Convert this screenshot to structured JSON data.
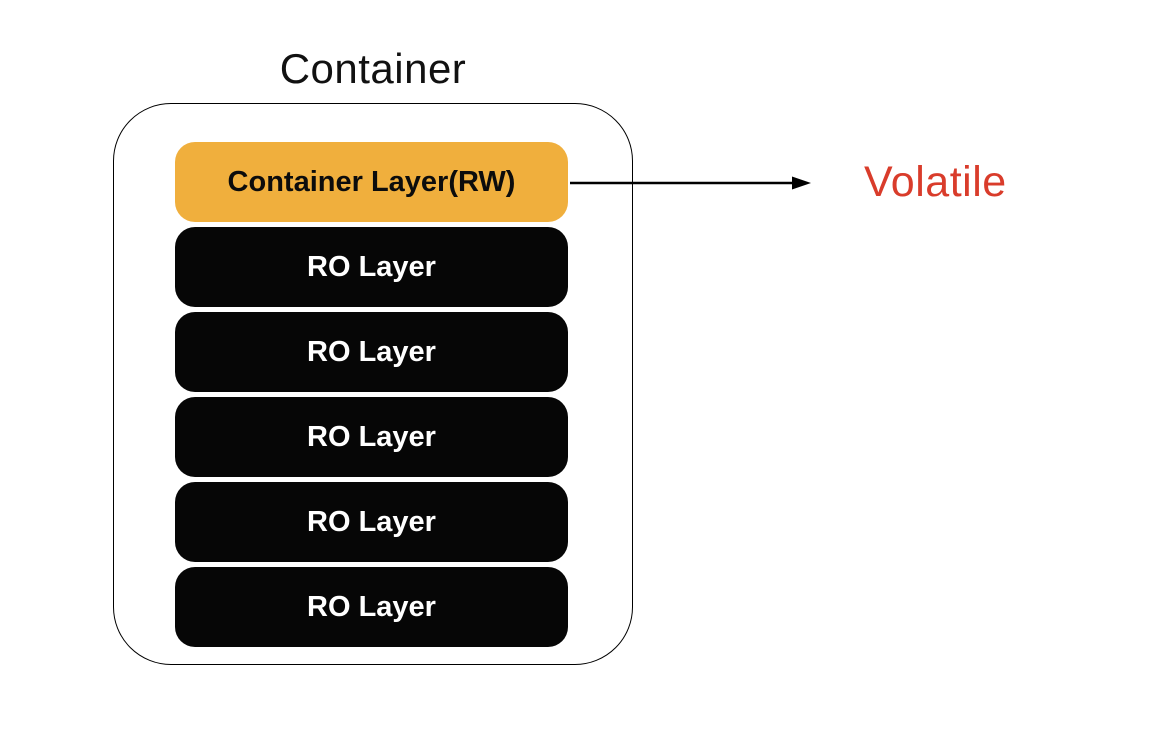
{
  "diagram": {
    "title": "Container",
    "layers": [
      {
        "label": "Container Layer(RW)",
        "type": "writable"
      },
      {
        "label": "RO Layer",
        "type": "readonly"
      },
      {
        "label": "RO Layer",
        "type": "readonly"
      },
      {
        "label": "RO Layer",
        "type": "readonly"
      },
      {
        "label": "RO Layer",
        "type": "readonly"
      },
      {
        "label": "RO Layer",
        "type": "readonly"
      }
    ],
    "annotation": {
      "label": "Volatile"
    }
  },
  "colors": {
    "background": "#FFFFFF",
    "outline": "#000000",
    "writable_layer": "#F0AF3D",
    "readonly_layer": "#060606",
    "annotation_text": "#D93C2B",
    "arrow": "#000000"
  }
}
